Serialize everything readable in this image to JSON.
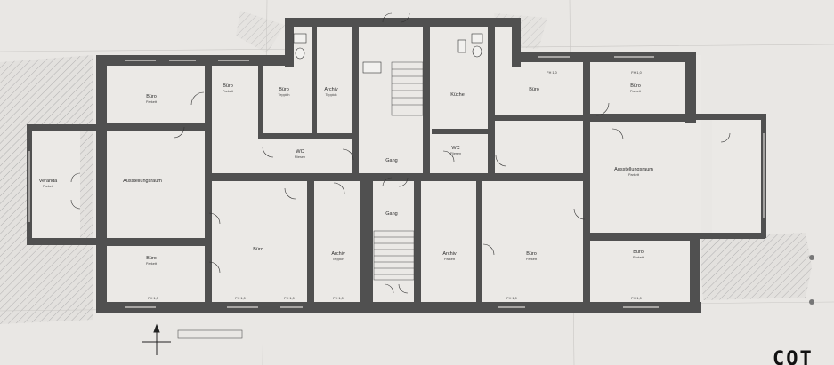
{
  "colors": {
    "paper": "#e9e7e4",
    "wall": "#505050",
    "floor": "#ebe9e6",
    "hatch": "#9a9a9a",
    "line": "#3a3a3a"
  },
  "rooms": [
    {
      "id": "veranda-l",
      "name": "Veranda",
      "sub1": "Parkett",
      "sub2": ""
    },
    {
      "id": "buero-1",
      "name": "Büro",
      "sub1": "Parkett",
      "sub2": ""
    },
    {
      "id": "buero-2",
      "name": "Büro",
      "sub1": "Parkett",
      "sub2": ""
    },
    {
      "id": "buero-3",
      "name": "Büro",
      "sub1": "Teppich",
      "sub2": ""
    },
    {
      "id": "archiv-1",
      "name": "Archiv",
      "sub1": "Teppich",
      "sub2": ""
    },
    {
      "id": "kueche",
      "name": "Küche",
      "sub1": "",
      "sub2": ""
    },
    {
      "id": "buero-4",
      "name": "Büro",
      "sub1": "",
      "sub2": ""
    },
    {
      "id": "buero-5",
      "name": "Büro",
      "sub1": "Parkett",
      "sub2": ""
    },
    {
      "id": "ausstellung-l",
      "name": "Ausstellungsraum",
      "sub1": "",
      "sub2": ""
    },
    {
      "id": "wc-l",
      "name": "WC",
      "sub1": "Fliesen",
      "sub2": ""
    },
    {
      "id": "gang",
      "name": "Gang",
      "sub1": "",
      "sub2": ""
    },
    {
      "id": "wc-r",
      "name": "WC",
      "sub1": "Fliesen",
      "sub2": ""
    },
    {
      "id": "ausstellung-r",
      "name": "Ausstellungsraum",
      "sub1": "Parkett",
      "sub2": ""
    },
    {
      "id": "gang-2",
      "name": "Gang",
      "sub1": "",
      "sub2": ""
    },
    {
      "id": "buero-6",
      "name": "Büro",
      "sub1": "Parkett",
      "sub2": ""
    },
    {
      "id": "buero-7",
      "name": "Büro",
      "sub1": "",
      "sub2": ""
    },
    {
      "id": "archiv-2",
      "name": "Archiv",
      "sub1": "Teppich",
      "sub2": ""
    },
    {
      "id": "archiv-3",
      "name": "Archiv",
      "sub1": "Parkett",
      "sub2": ""
    },
    {
      "id": "buero-8",
      "name": "Büro",
      "sub1": "Parkett",
      "sub2": ""
    },
    {
      "id": "buero-9",
      "name": "Büro",
      "sub1": "Parkett",
      "sub2": ""
    }
  ],
  "window_tag": "FH 1,0",
  "scale_note": "",
  "stamp_text": "COT",
  "north_icon": "compass-cross-icon"
}
